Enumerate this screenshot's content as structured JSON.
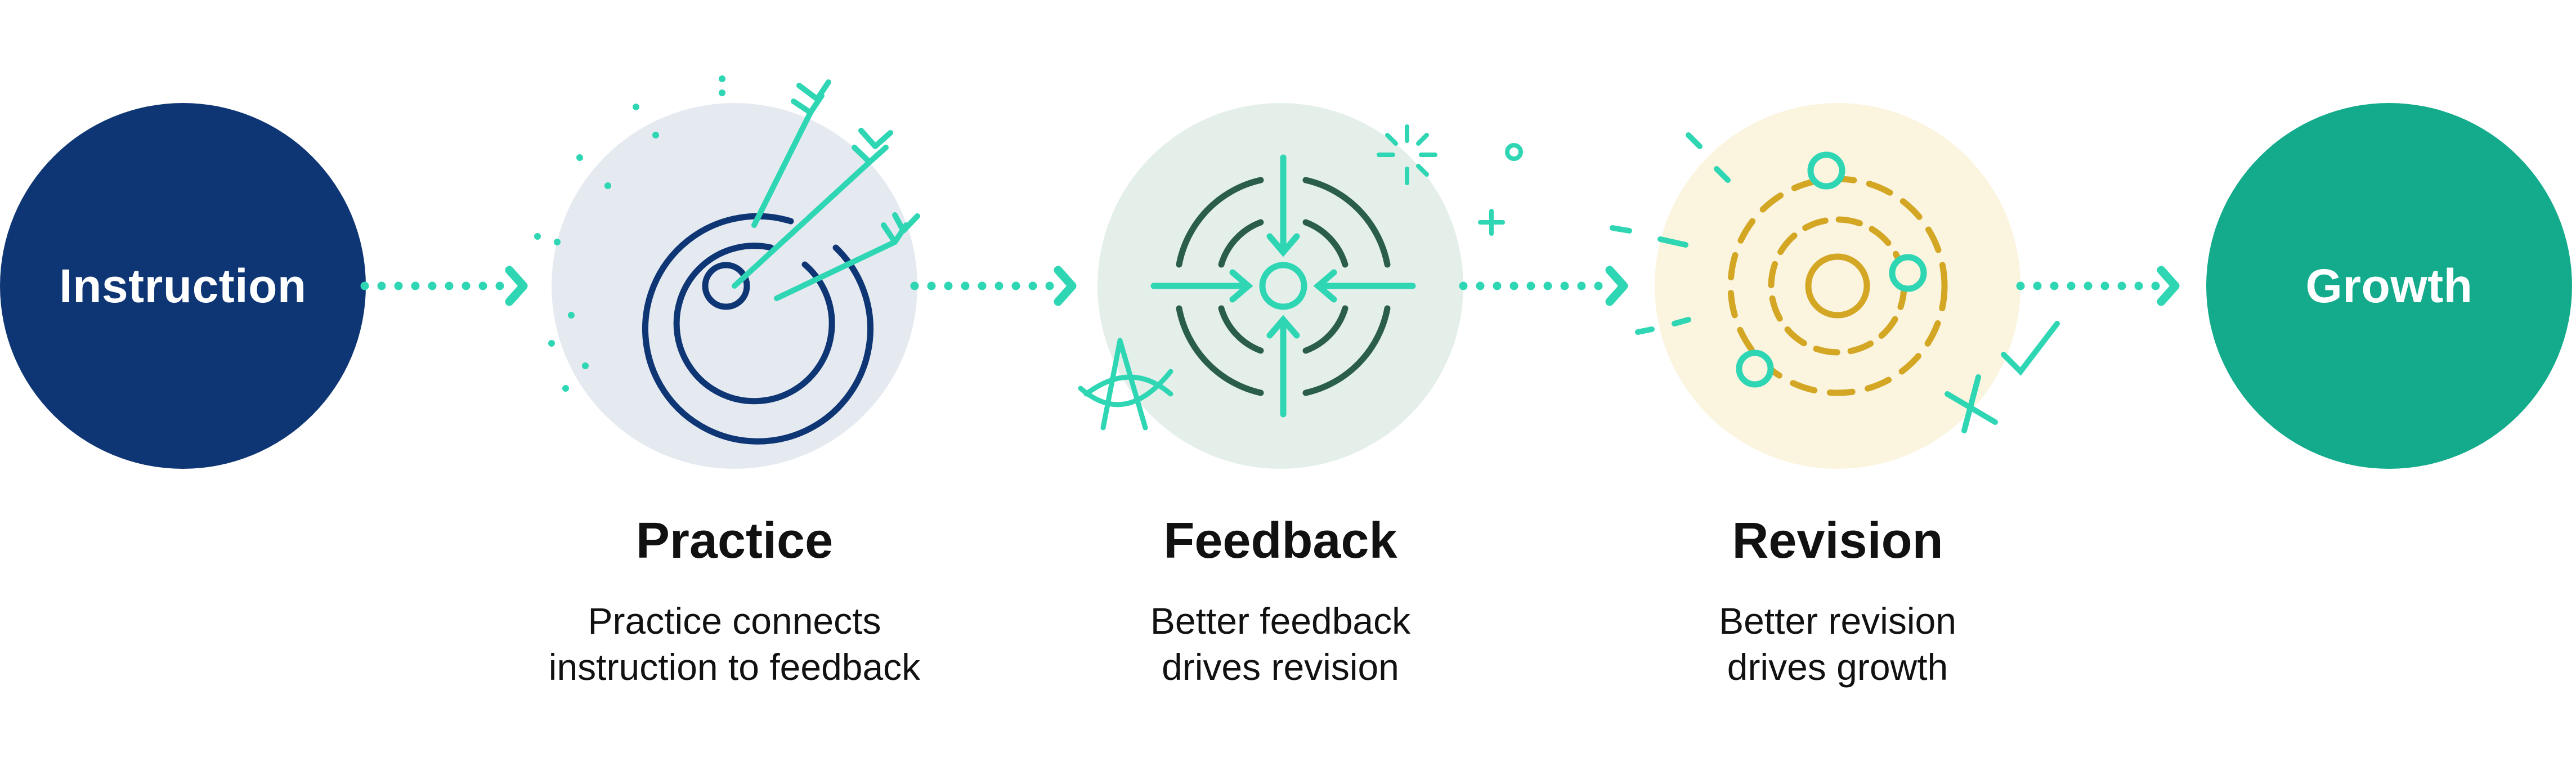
{
  "start": {
    "label": "Instruction",
    "color": "#0f3674"
  },
  "end": {
    "label": "Growth",
    "color": "#13ab8c"
  },
  "steps": [
    {
      "title": "Practice",
      "desc": [
        "Practice connects",
        "instruction to feedback"
      ],
      "bg": "#e5eaf1"
    },
    {
      "title": "Feedback",
      "desc": [
        "Better feedback",
        "drives revision"
      ],
      "bg": "#e4efea"
    },
    {
      "title": "Revision",
      "desc": [
        "Better revision",
        "drives growth"
      ],
      "bg": "#fbf4de"
    }
  ],
  "colors": {
    "accent": "#2fd6b4",
    "navy": "#0f3674",
    "dark_green": "#2a5e4a",
    "gold": "#d3a624"
  },
  "icons": [
    "target-with-darts-icon",
    "crosshair-converging-arrows-icon",
    "orbit-icon"
  ]
}
